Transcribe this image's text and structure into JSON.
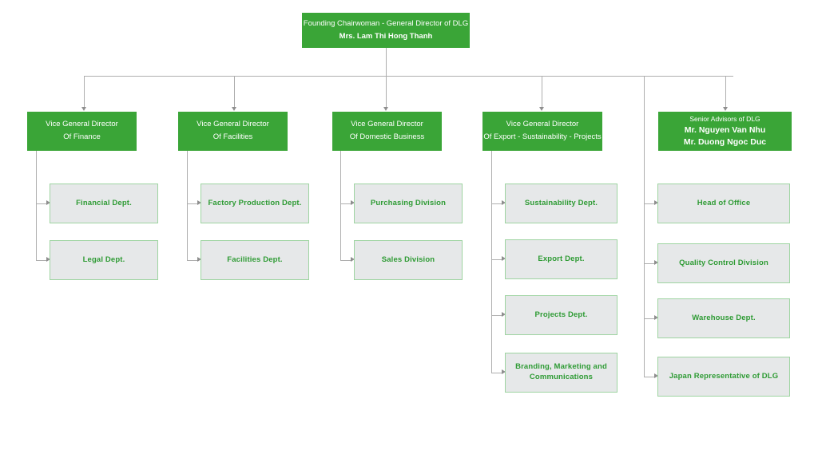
{
  "diagram": {
    "title": "DLG Organizational Chart",
    "colors": {
      "executive_fill": "#3aa537",
      "executive_text": "#ffffff",
      "department_fill": "#e6e8e9",
      "department_border": "#9ed4a1",
      "department_text": "#2e9b34",
      "connector": "#aeaeae",
      "background": "#ffffff"
    }
  },
  "root": {
    "line1": "Founding Chairwoman - General Director of DLG",
    "line2": "Mrs. Lam Thi Hong Thanh"
  },
  "executives": [
    {
      "line1": "Vice General Director",
      "line2": "Of Finance"
    },
    {
      "line1": "Vice General Director",
      "line2": "Of Facilities"
    },
    {
      "line1": "Vice General Director",
      "line2": "Of Domestic Business"
    },
    {
      "line1": "Vice General Director",
      "line2": "Of Export - Sustainability - Projects"
    }
  ],
  "advisors": {
    "title": "Senior Advisors of DLG",
    "name1": "Mr. Nguyen Van Nhu",
    "name2": "Mr. Duong Ngoc Duc"
  },
  "columns": [
    {
      "parent": "Vice General Director Of Finance",
      "departments": [
        {
          "label": "Financial Dept."
        },
        {
          "label": "Legal Dept."
        }
      ]
    },
    {
      "parent": "Vice General Director Of Facilities",
      "departments": [
        {
          "label": "Factory Production Dept."
        },
        {
          "label": "Facilities Dept."
        }
      ]
    },
    {
      "parent": "Vice General Director Of Domestic Business",
      "departments": [
        {
          "label": "Purchasing Division"
        },
        {
          "label": "Sales Division"
        }
      ]
    },
    {
      "parent": "Vice General Director Of Export - Sustainability - Projects",
      "departments": [
        {
          "label": "Sustainability Dept."
        },
        {
          "label": "Export Dept."
        },
        {
          "label": "Projects Dept."
        },
        {
          "label_line1": "Branding, Marketing and",
          "label_line2": "Communications"
        }
      ]
    },
    {
      "parent": "Senior Advisors of DLG",
      "departments": [
        {
          "label": "Head of Office"
        },
        {
          "label": "Quality Control Division"
        },
        {
          "label": "Warehouse Dept."
        },
        {
          "label": "Japan Representative of DLG"
        }
      ]
    }
  ]
}
